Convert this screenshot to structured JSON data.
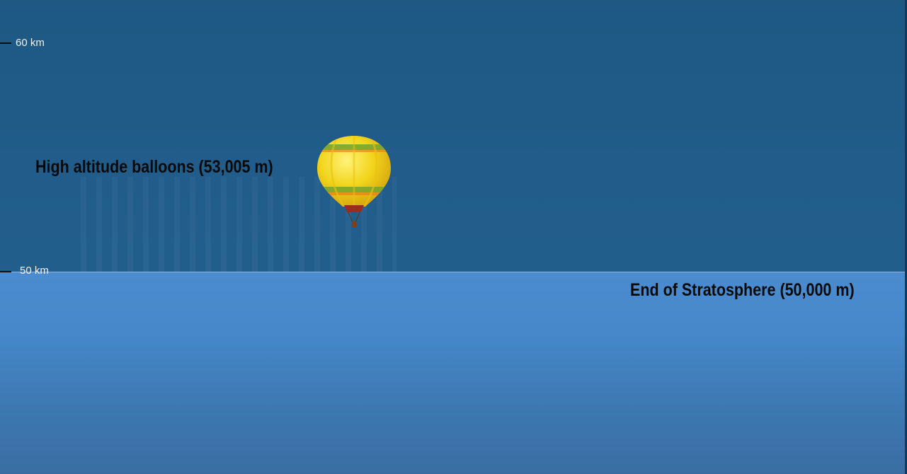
{
  "scale": {
    "upper_tick_label": "60 km",
    "lower_tick_label": "50 km"
  },
  "labels": {
    "balloon": "High altitude balloons (53,005 m)",
    "boundary": "End of Stratosphere (50,000 m)"
  },
  "colors": {
    "upper_sky": "#1f5a86",
    "stratosphere": "#4688ca",
    "balloon_yellow": "#f2d51c",
    "balloon_green": "#7aa52a",
    "basket": "#8a3b1a"
  },
  "icons": {
    "balloon": "hot-air-balloon-icon"
  }
}
